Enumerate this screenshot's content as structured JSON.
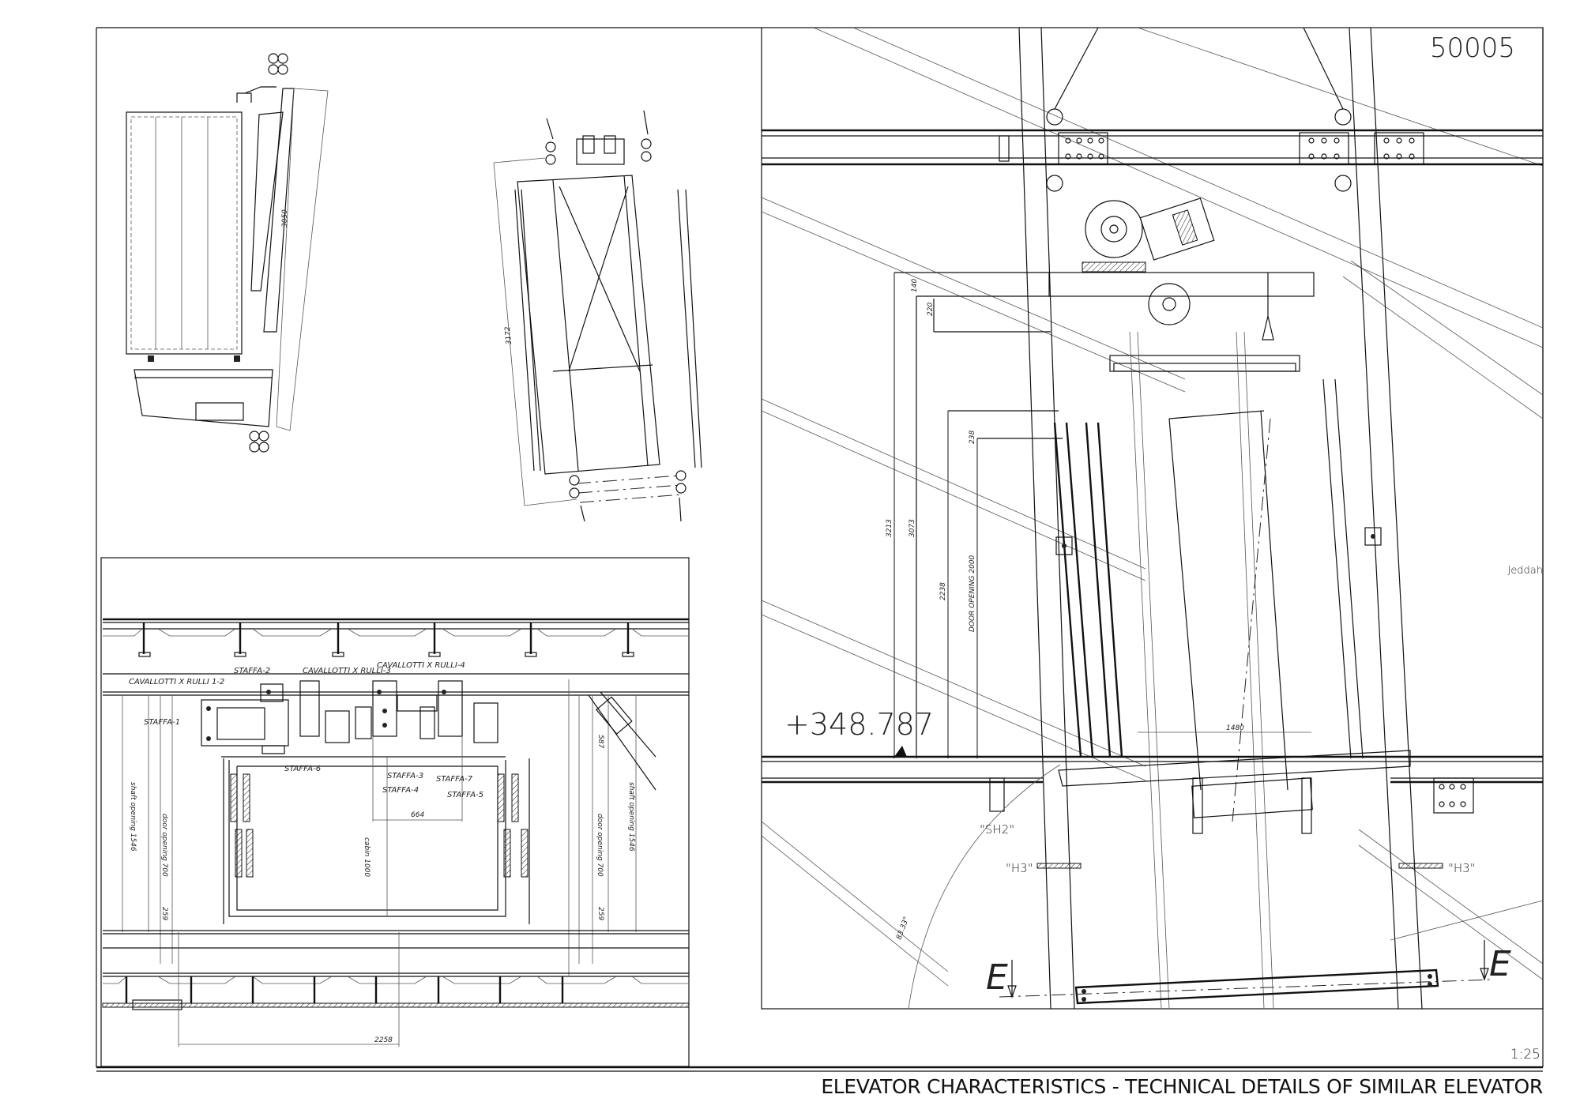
{
  "sheet": {
    "number": "50005",
    "location": "Jeddah",
    "scale": "1:25",
    "title": "ELEVATOR CHARACTERISTICS - TECHNICAL DETAILS OF SIMILAR ELEVATOR"
  },
  "top_left_views": {
    "side_dimension": "3050",
    "front_dimension": "3172"
  },
  "plan_view": {
    "labels": {
      "cavallotti_1_2": "CAVALLOTTI X RULLI 1-2",
      "cavallotti_3": "CAVALLOTTI X RULLI-3",
      "cavallotti_4": "CAVALLOTTI X RULLI-4",
      "staffa_1": "STAFFA-1",
      "staffa_2": "STAFFA-2",
      "staffa_3": "STAFFA-3",
      "staffa_4": "STAFFA-4",
      "staffa_5": "STAFFA-5",
      "staffa_6": "STAFFA-6",
      "staffa_7": "STAFFA-7"
    },
    "dimensions": {
      "d664": "664",
      "cabin": "cabin 1000",
      "shaft_left": "shaft opening 1546",
      "shaft_right": "shaft opening 1546",
      "door_left": "door opening 700",
      "door_right": "door opening 700",
      "d587": "587",
      "d259_left": "259",
      "d259_right": "259",
      "d2258": "2258"
    }
  },
  "section_view": {
    "elevation": "+348.787",
    "dimensions": {
      "d3213": "3213",
      "d3073": "3073",
      "d2238": "2238",
      "door_opening": "DOOR OPENING 2000",
      "d238": "238",
      "d140": "140",
      "d220": "220",
      "d1480": "1480",
      "angle": "83.33°"
    },
    "tags": {
      "sh2": "\"SH2\"",
      "h3_left": "\"H3\"",
      "h3_right": "\"H3\"",
      "section_left": "E",
      "section_right": "E"
    }
  }
}
